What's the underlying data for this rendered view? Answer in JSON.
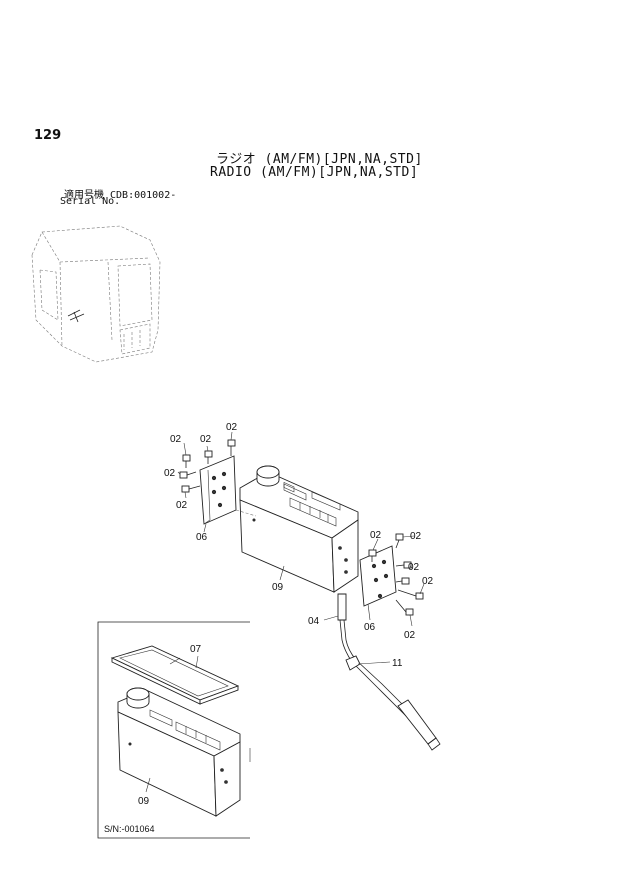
{
  "header": {
    "page_number": "129",
    "title_jp": "ラジオ (AM/FM)[JPN,NA,STD]",
    "title_en": "RADIO (AM/FM)[JPN,NA,STD]",
    "serial_label_jp": "適用号機  CDB:001002-",
    "serial_label_en": "Serial No."
  },
  "callouts": {
    "c02a": "02",
    "c02b": "02",
    "c02c": "02",
    "c02d": "02",
    "c02e": "02",
    "c02f": "02",
    "c02g": "02",
    "c02h": "02",
    "c02i": "02",
    "c06a": "06",
    "c06b": "06",
    "c09a": "09",
    "c09b": "09",
    "c04": "04",
    "c11": "11",
    "c07": "07"
  },
  "inset": {
    "serial_range": "S/N:-001064"
  }
}
